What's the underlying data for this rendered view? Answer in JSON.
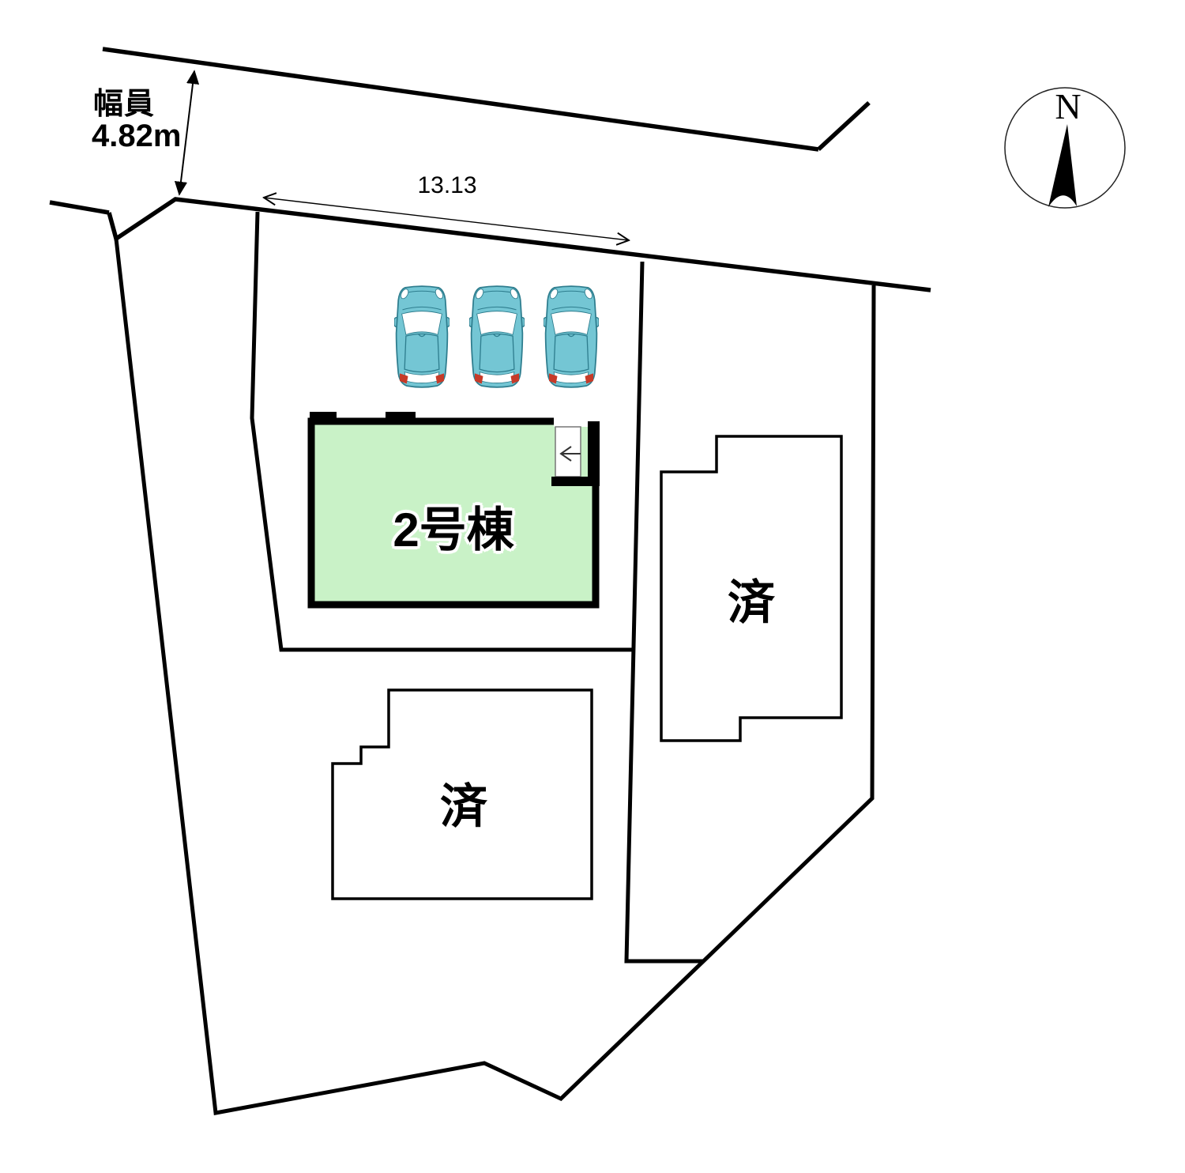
{
  "plan": {
    "road": {
      "width_label": "幅員",
      "width_value": "4.82m",
      "frontage_dimension": "13.13"
    },
    "unit": {
      "label": "2号棟",
      "fill": "#c9f2c7"
    },
    "sold": {
      "right_label": "済",
      "left_label": "済"
    },
    "compass": {
      "north_label": "N"
    },
    "parking": {
      "car_count": 3,
      "car_body_color": "#74c6d4",
      "car_outline_color": "#2e7d8e",
      "car_taillight_color": "#c63a28"
    },
    "line_color": "#000000",
    "background_color": "#ffffff"
  }
}
